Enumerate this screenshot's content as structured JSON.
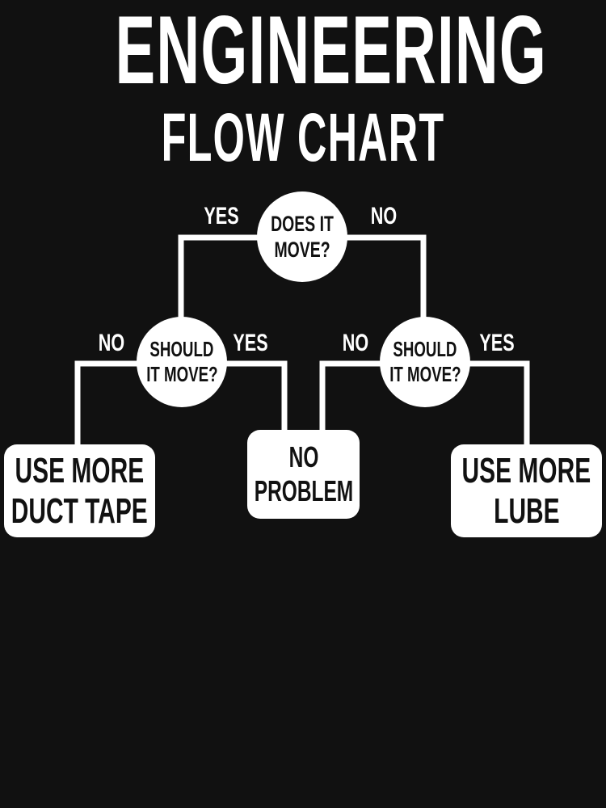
{
  "header": {
    "title": "ENGINEERING",
    "subtitle": "FLOW CHART"
  },
  "colors": {
    "background": "#111111",
    "foreground": "#ffffff",
    "node_text": "#111111"
  },
  "flowchart": {
    "root": {
      "line1": "DOES IT",
      "line2": "MOVE?",
      "yes_label": "YES",
      "no_label": "NO"
    },
    "left_decision": {
      "line1": "SHOULD",
      "line2": "IT MOVE?",
      "no_label": "NO",
      "yes_label": "YES"
    },
    "right_decision": {
      "line1": "SHOULD",
      "line2": "IT MOVE?",
      "no_label": "NO",
      "yes_label": "YES"
    },
    "outcomes": {
      "duct_tape": {
        "line1": "USE MORE",
        "line2": "DUCT TAPE"
      },
      "no_problem": {
        "line1": "NO",
        "line2": "PROBLEM"
      },
      "lube": {
        "line1": "USE MORE",
        "line2": "LUBE"
      }
    }
  }
}
